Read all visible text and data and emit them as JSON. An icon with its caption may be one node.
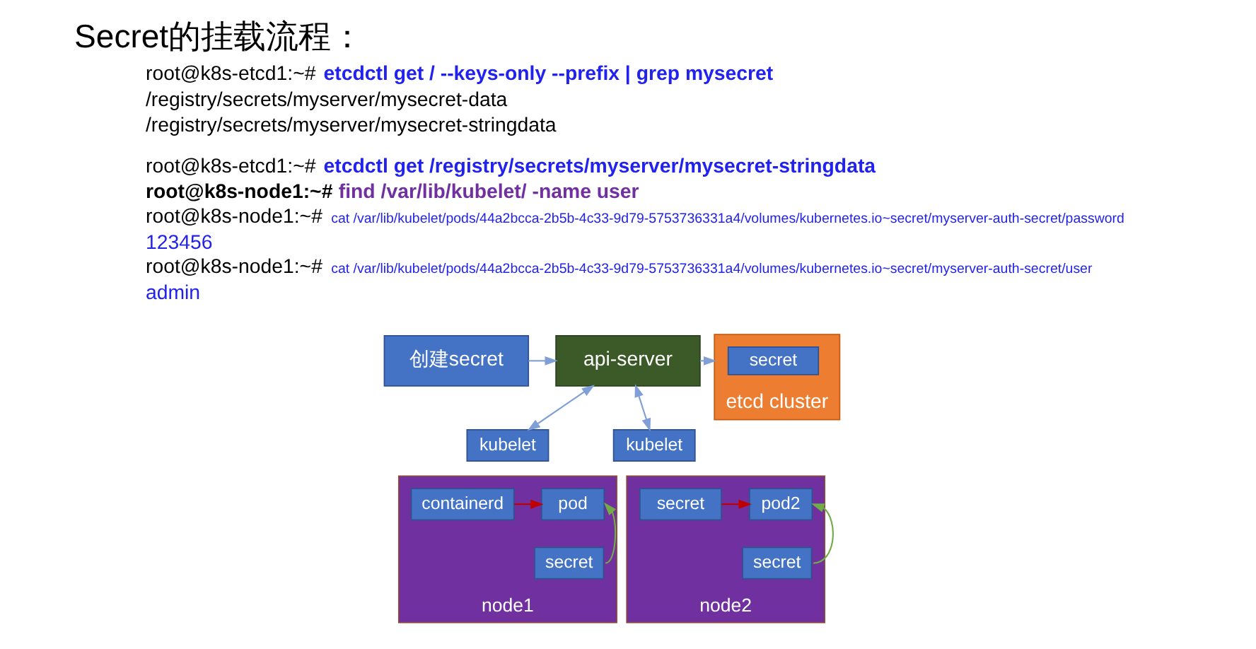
{
  "diagram": {
    "title": "Secret的挂载流程：",
    "nodes": [
      {
        "text": [
          "创建secret"
        ]
      },
      {
        "text": [
          "api-server"
        ]
      },
      {
        "text": [
          "etcd cluster"
        ]
      },
      {
        "text": [
          "secret"
        ],
        "in": 2
      },
      {
        "text": [
          "kubelet"
        ]
      },
      {
        "text": [
          "node1"
        ]
      },
      {
        "text": [
          "containerd"
        ],
        "in": 5
      },
      {
        "text": [
          "pod"
        ],
        "in": 5
      },
      {
        "text": [
          "secret"
        ],
        "in": 5
      },
      {
        "text": [
          "kubelet"
        ]
      },
      {
        "text": [
          "node2"
        ]
      },
      {
        "text": [
          "secret"
        ],
        "in": 10
      },
      {
        "text": [
          "pod2"
        ],
        "in": 10
      },
      {
        "text": [
          "secret"
        ],
        "in": 10
      }
    ],
    "edges": [
      {
        "from": 0,
        "to": 1,
        "arrow": "to"
      },
      {
        "from": 1,
        "to": 2,
        "arrow": "to"
      },
      {
        "from": 1,
        "to": 4,
        "arrow": "both"
      },
      {
        "from": 1,
        "to": 9,
        "arrow": "both"
      },
      {
        "from": 6,
        "to": 7,
        "arrow": "to",
        "color": "#c00000"
      },
      {
        "from": 8,
        "to": 7,
        "arrow": "to",
        "color": "#70ad47"
      },
      {
        "from": 11,
        "to": 12,
        "arrow": "to",
        "color": "#c00000"
      },
      {
        "from": 13,
        "to": 12,
        "arrow": "to",
        "color": "#70ad47"
      }
    ],
    "labels": [
      "root@k8s-etcd1:~#",
      "etcdctl get / --keys-only --prefix | grep mysecret",
      "/registry/secrets/myserver/mysecret-data",
      "/registry/secrets/myserver/mysecret-stringdata",
      "root@k8s-etcd1:~#",
      "etcdctl get /registry/secrets/myserver/mysecret-stringdata",
      "root@k8s-node1:~#",
      "find /var/lib/kubelet/ -name user",
      "root@k8s-node1:~#",
      "cat /var/lib/kubelet/pods/44a2bcca-2b5b-4c33-9d79-5753736331a4/volumes/kubernetes.io~secret/myserver-auth-secret/password",
      "123456",
      "root@k8s-node1:~#",
      "cat /var/lib/kubelet/pods/44a2bcca-2b5b-4c33-9d79-5753736331a4/volumes/kubernetes.io~secret/myserver-auth-secret/user",
      "admin"
    ]
  }
}
